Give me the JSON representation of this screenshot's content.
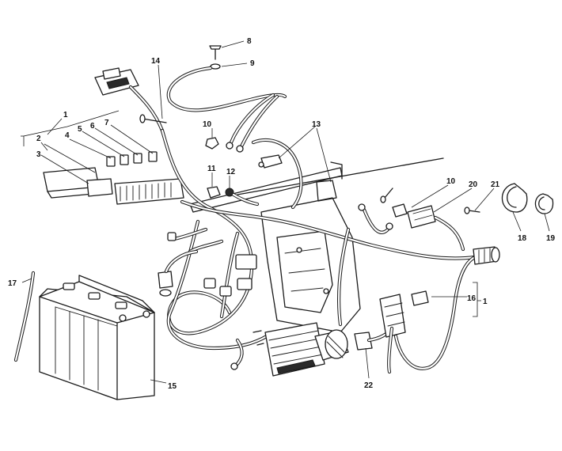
{
  "callouts": [
    {
      "id": "1a",
      "text": "1"
    },
    {
      "id": "2",
      "text": "2"
    },
    {
      "id": "3",
      "text": "3"
    },
    {
      "id": "4",
      "text": "4"
    },
    {
      "id": "5",
      "text": "5"
    },
    {
      "id": "6",
      "text": "6"
    },
    {
      "id": "7",
      "text": "7"
    },
    {
      "id": "8",
      "text": "8"
    },
    {
      "id": "9",
      "text": "9"
    },
    {
      "id": "10a",
      "text": "10"
    },
    {
      "id": "10b",
      "text": "10"
    },
    {
      "id": "11",
      "text": "11"
    },
    {
      "id": "12",
      "text": "12"
    },
    {
      "id": "13",
      "text": "13"
    },
    {
      "id": "14",
      "text": "14"
    },
    {
      "id": "15",
      "text": "15"
    },
    {
      "id": "16",
      "text": "16"
    },
    {
      "id": "1b",
      "text": "1"
    },
    {
      "id": "17",
      "text": "17"
    },
    {
      "id": "18",
      "text": "18"
    },
    {
      "id": "19",
      "text": "19"
    },
    {
      "id": "20",
      "text": "20"
    },
    {
      "id": "21",
      "text": "21"
    },
    {
      "id": "22",
      "text": "22"
    }
  ]
}
